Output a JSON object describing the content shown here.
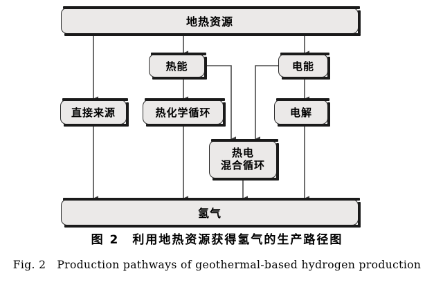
{
  "figure": {
    "caption_cn": "图 2　利用地热资源获得氢气的生产路径图",
    "caption_en": "Fig. 2　Production pathways of geothermal-based hydrogen production"
  },
  "diagram": {
    "type": "flowchart",
    "colors": {
      "node_fill": "#ebe9e8",
      "node_stroke": "#2a2a2a",
      "shadow": "#1a1a1a",
      "wire": "#4a4a4a",
      "background": "#ffffff"
    },
    "nodes": [
      {
        "id": "geothermal",
        "label": "地热资源",
        "role": "source-band"
      },
      {
        "id": "thermal",
        "label": "热能",
        "role": "energy-form"
      },
      {
        "id": "electric",
        "label": "电能",
        "role": "energy-form"
      },
      {
        "id": "direct",
        "label": "直接来源",
        "role": "pathway"
      },
      {
        "id": "thermochem",
        "label": "热化学循环",
        "role": "pathway"
      },
      {
        "id": "hybrid",
        "label_line1": "热电",
        "label_line2": "混合循环",
        "role": "pathway"
      },
      {
        "id": "electrolysis",
        "label": "电解",
        "role": "pathway"
      },
      {
        "id": "hydrogen",
        "label": "氢气",
        "role": "product-band"
      }
    ],
    "edges": [
      {
        "from": "geothermal",
        "to": "direct",
        "style": "straight-down"
      },
      {
        "from": "geothermal",
        "to": "thermal",
        "style": "straight-down"
      },
      {
        "from": "geothermal",
        "to": "electric",
        "style": "straight-down"
      },
      {
        "from": "thermal",
        "to": "thermochem",
        "style": "straight-down"
      },
      {
        "from": "thermal",
        "to": "hybrid",
        "style": "right-elbow"
      },
      {
        "from": "electric",
        "to": "electrolysis",
        "style": "straight-down"
      },
      {
        "from": "electric",
        "to": "hybrid",
        "style": "left-elbow"
      },
      {
        "from": "direct",
        "to": "hydrogen",
        "style": "straight-down"
      },
      {
        "from": "thermochem",
        "to": "hydrogen",
        "style": "straight-down"
      },
      {
        "from": "hybrid",
        "to": "hydrogen",
        "style": "straight-down"
      },
      {
        "from": "electrolysis",
        "to": "hydrogen",
        "style": "straight-down"
      }
    ]
  }
}
